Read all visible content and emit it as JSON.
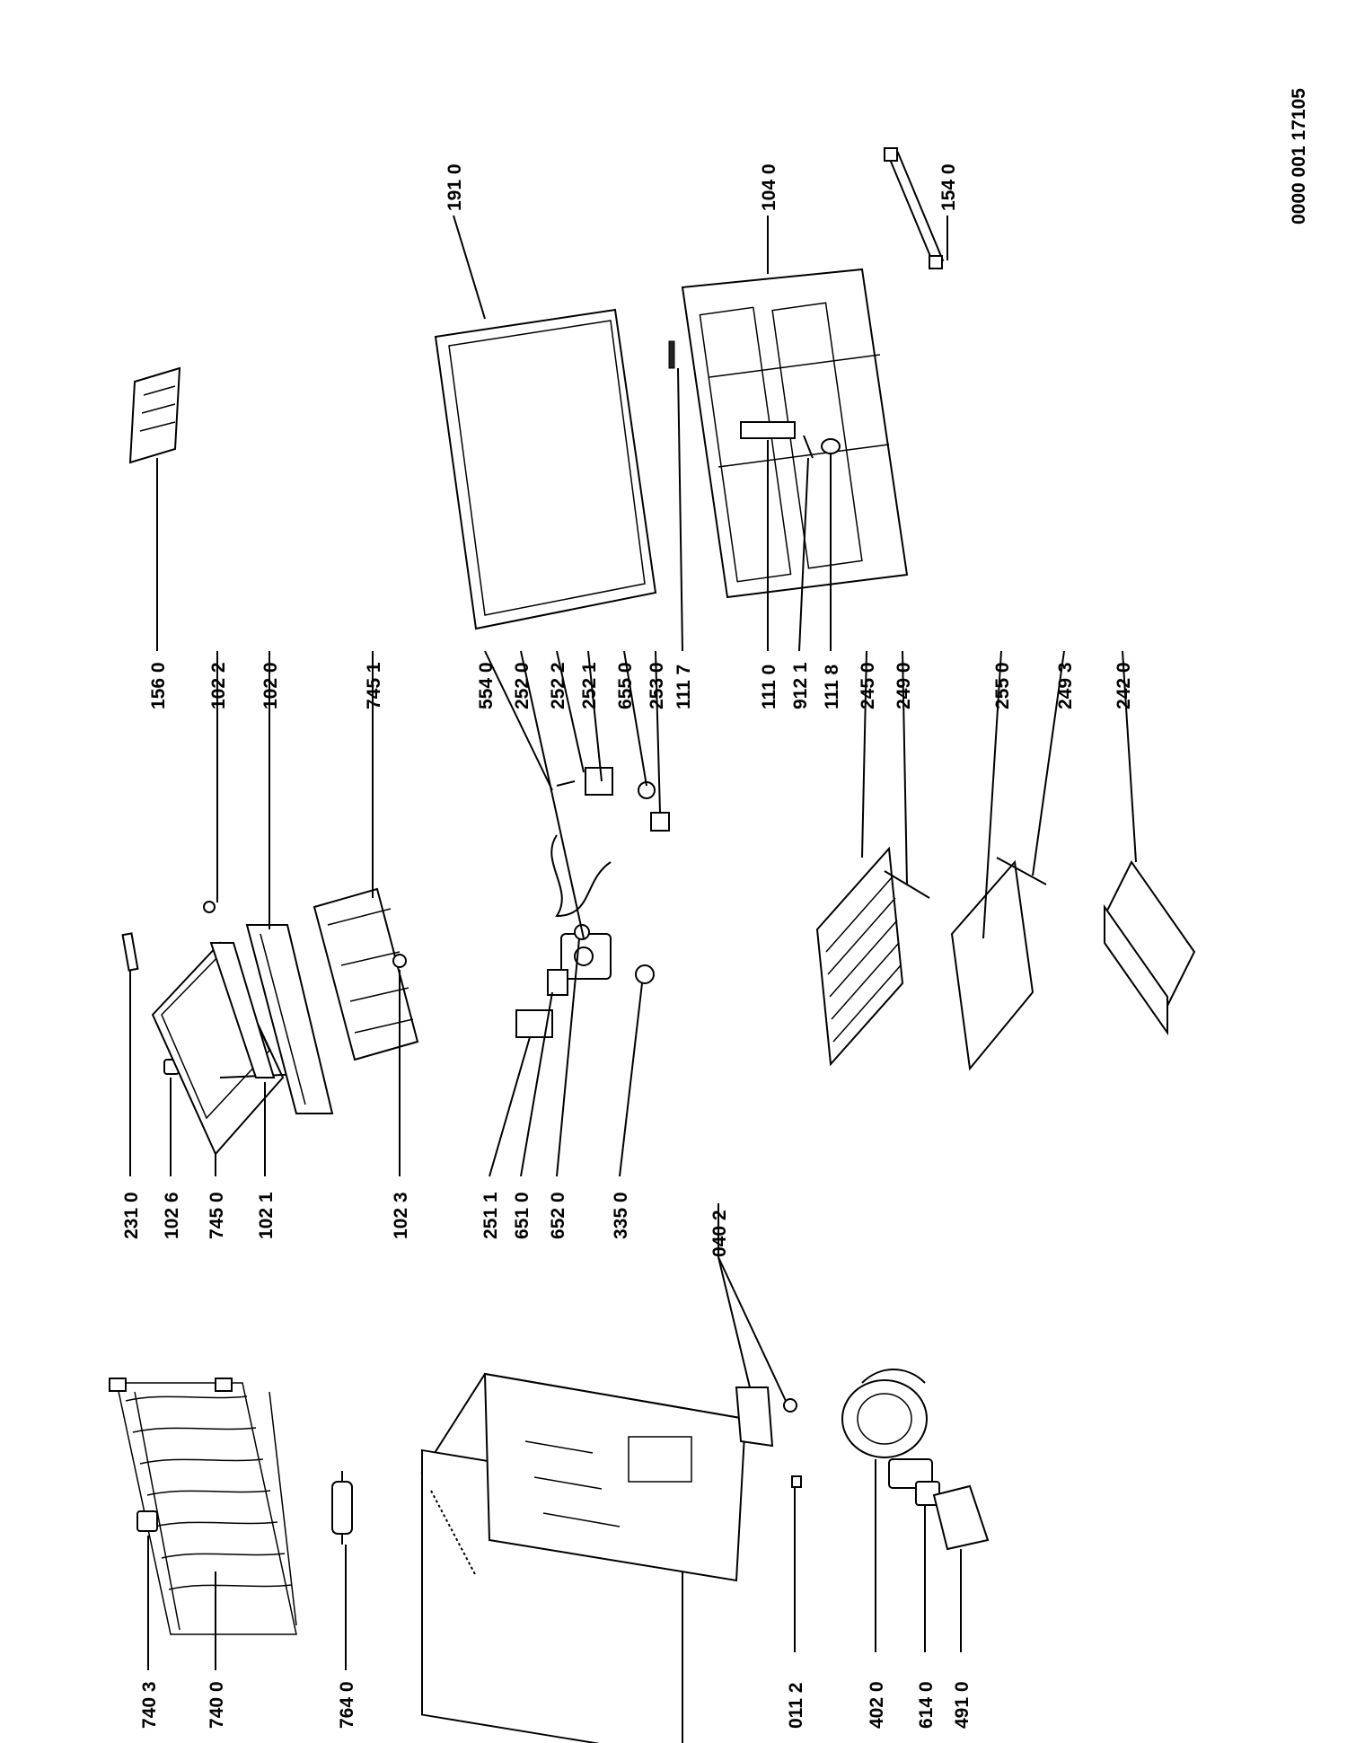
{
  "document_id": "0000 001 17105",
  "part_labels": [
    "740 3",
    "740 0",
    "764 0",
    "231 0",
    "102 6",
    "745 0",
    "102 1",
    "102 3",
    "156 0",
    "102 2",
    "102 0",
    "745 1",
    "554 0",
    "252 0",
    "252 2",
    "252 1",
    "655 0",
    "253 0",
    "111 7",
    "251 1",
    "651 0",
    "652 0",
    "335 0",
    "040 2",
    "191 0",
    "104 0",
    "154 0",
    "111 0",
    "912 1",
    "111 8",
    "245 0",
    "249 0",
    "255 0",
    "249 3",
    "242 0",
    "011 2",
    "402 0",
    "614 0",
    "491 0"
  ]
}
